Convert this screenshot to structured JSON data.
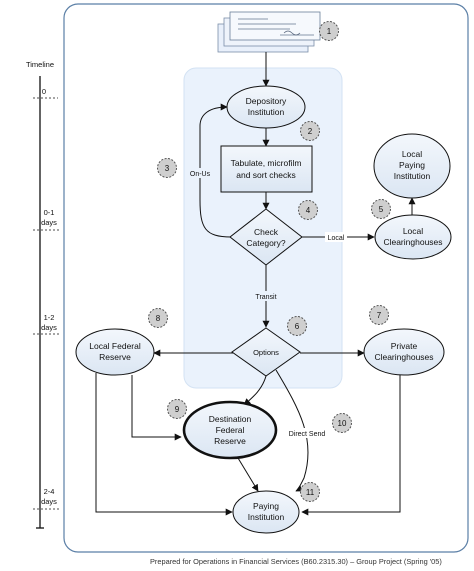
{
  "timeline": {
    "title": "Timeline",
    "ticks": [
      {
        "lines": [
          "0"
        ]
      },
      {
        "lines": [
          "0-1",
          "days"
        ]
      },
      {
        "lines": [
          "1-2",
          "days"
        ]
      },
      {
        "lines": [
          "2-4",
          "days"
        ]
      }
    ]
  },
  "nodes": {
    "depository": [
      "Depository",
      "Institution"
    ],
    "tabulate": [
      "Tabulate, microfilm",
      "and sort checks"
    ],
    "check_category": [
      "Check",
      "Category?"
    ],
    "local_paying": [
      "Local",
      "Paying",
      "Institution"
    ],
    "local_clearing": [
      "Local",
      "Clearinghouses"
    ],
    "options": [
      "Options"
    ],
    "local_federal": [
      "Local Federal",
      "Reserve"
    ],
    "private_clearing": [
      "Private",
      "Clearinghouses"
    ],
    "destination_federal": [
      "Destination",
      "Federal",
      "Reserve"
    ],
    "paying": [
      "Paying",
      "Institution"
    ]
  },
  "edge_labels": {
    "on_us": "On-Us",
    "local": "Local",
    "transit": "Transit",
    "direct_send": "Direct Send"
  },
  "step_badges": [
    "1",
    "2",
    "3",
    "4",
    "5",
    "6",
    "7",
    "8",
    "9",
    "10",
    "11"
  ],
  "footer": "Prepared for Operations in Financial Services (B60.2315.30) – Group Project (Spring '05)",
  "colors": {
    "node_fill": "#e6eef8",
    "highlight_band": "#eef4fc",
    "badge_fill": "#cccccc"
  }
}
